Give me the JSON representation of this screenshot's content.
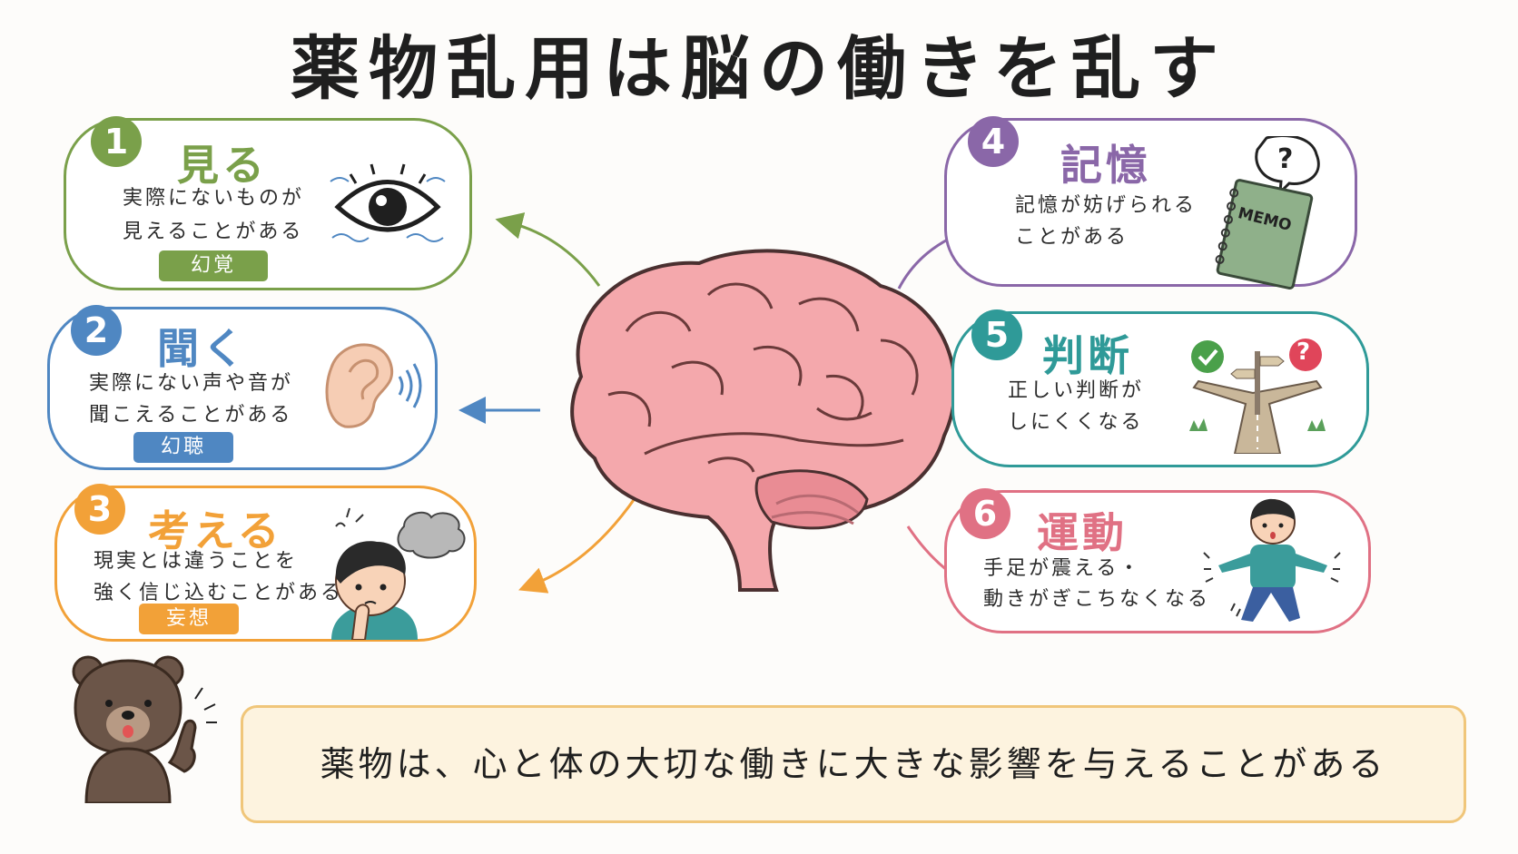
{
  "title": "薬物乱用は脳の働きを乱す",
  "colors": {
    "green": "#7aa04a",
    "blue": "#4f87c2",
    "orange": "#f2a138",
    "purple": "#8a67a8",
    "teal": "#2f9a98",
    "pink": "#e07184",
    "brain": "#f4a8ac",
    "footer_bg": "#fdf3df"
  },
  "cards": [
    {
      "num": "1",
      "heading": "見る",
      "line1": "実際にないものが",
      "line2": "見えることがある",
      "tag": "幻覚",
      "icon": "eye-icon"
    },
    {
      "num": "2",
      "heading": "聞く",
      "line1": "実際にない声や音が",
      "line2": "聞こえることがある",
      "tag": "幻聴",
      "icon": "ear-icon"
    },
    {
      "num": "3",
      "heading": "考える",
      "line1": "現実とは違うことを",
      "line2": "強く信じ込むことがある",
      "tag": "妄想",
      "icon": "thinking-boy-icon"
    },
    {
      "num": "4",
      "heading": "記憶",
      "line1": "記憶が妨げられる",
      "line2": "ことがある",
      "memo_label": "MEMO",
      "question": "?",
      "icon": "memo-notebook-icon"
    },
    {
      "num": "5",
      "heading": "判断",
      "line1": "正しい判断が",
      "line2": "しにくくなる",
      "question": "?",
      "icon": "crossroads-icon"
    },
    {
      "num": "6",
      "heading": "運動",
      "line1": "手足が震える・",
      "line2": "動きがぎこちなくなる",
      "icon": "trembling-boy-icon"
    }
  ],
  "footer": "薬物は、心と体の大切な働きに大きな影響を与えることがある",
  "mascot": "bear-icon",
  "center_image": "brain-icon"
}
